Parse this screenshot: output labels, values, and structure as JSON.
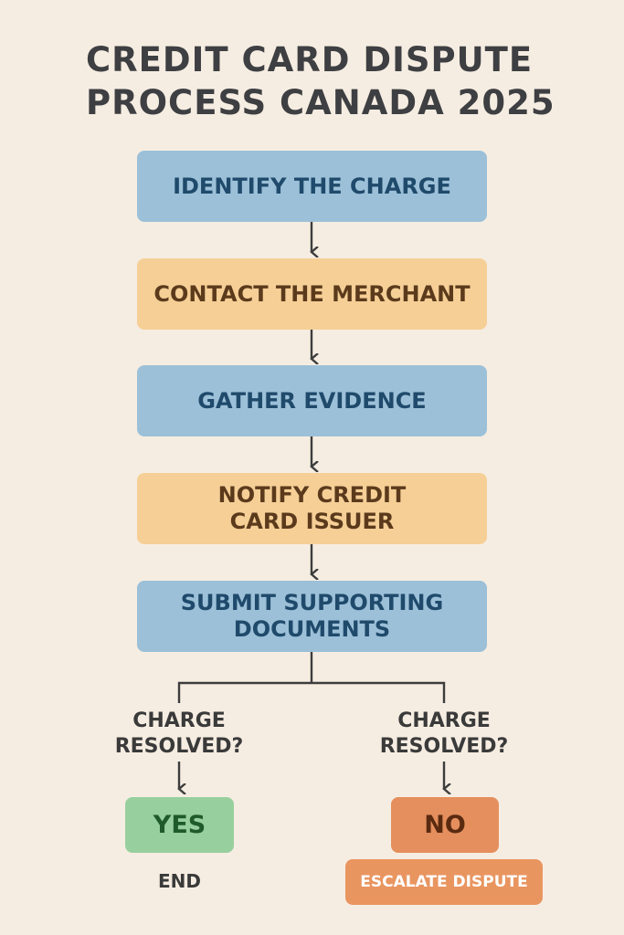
{
  "title": {
    "line1": "CREDIT CARD DISPUTE",
    "line2": "PROCESS CANADA 2025"
  },
  "steps": [
    {
      "label": "IDENTIFY THE CHARGE",
      "color": "#9cc0d8"
    },
    {
      "label": "CONTACT THE MERCHANT",
      "color": "#f5cf96"
    },
    {
      "label": "GATHER EVIDENCE",
      "color": "#9cc0d8"
    },
    {
      "label": "NOTIFY CREDIT CARD ISSUER",
      "color": "#f5cf96"
    },
    {
      "label": "SUBMIT SUPPORTING DOCUMENTS",
      "color": "#9cc0d8"
    }
  ],
  "branches": {
    "left": {
      "question": "CHARGE RESOLVED?",
      "answer": "YES",
      "result": "END",
      "color": "#98cf9e"
    },
    "right": {
      "question": "CHARGE RESOLVED?",
      "answer": "NO",
      "result": "ESCALATE DISPUTE",
      "color": "#e48f5d"
    }
  },
  "colors": {
    "background": "#f6ede2",
    "connector": "#3d3d3d"
  }
}
